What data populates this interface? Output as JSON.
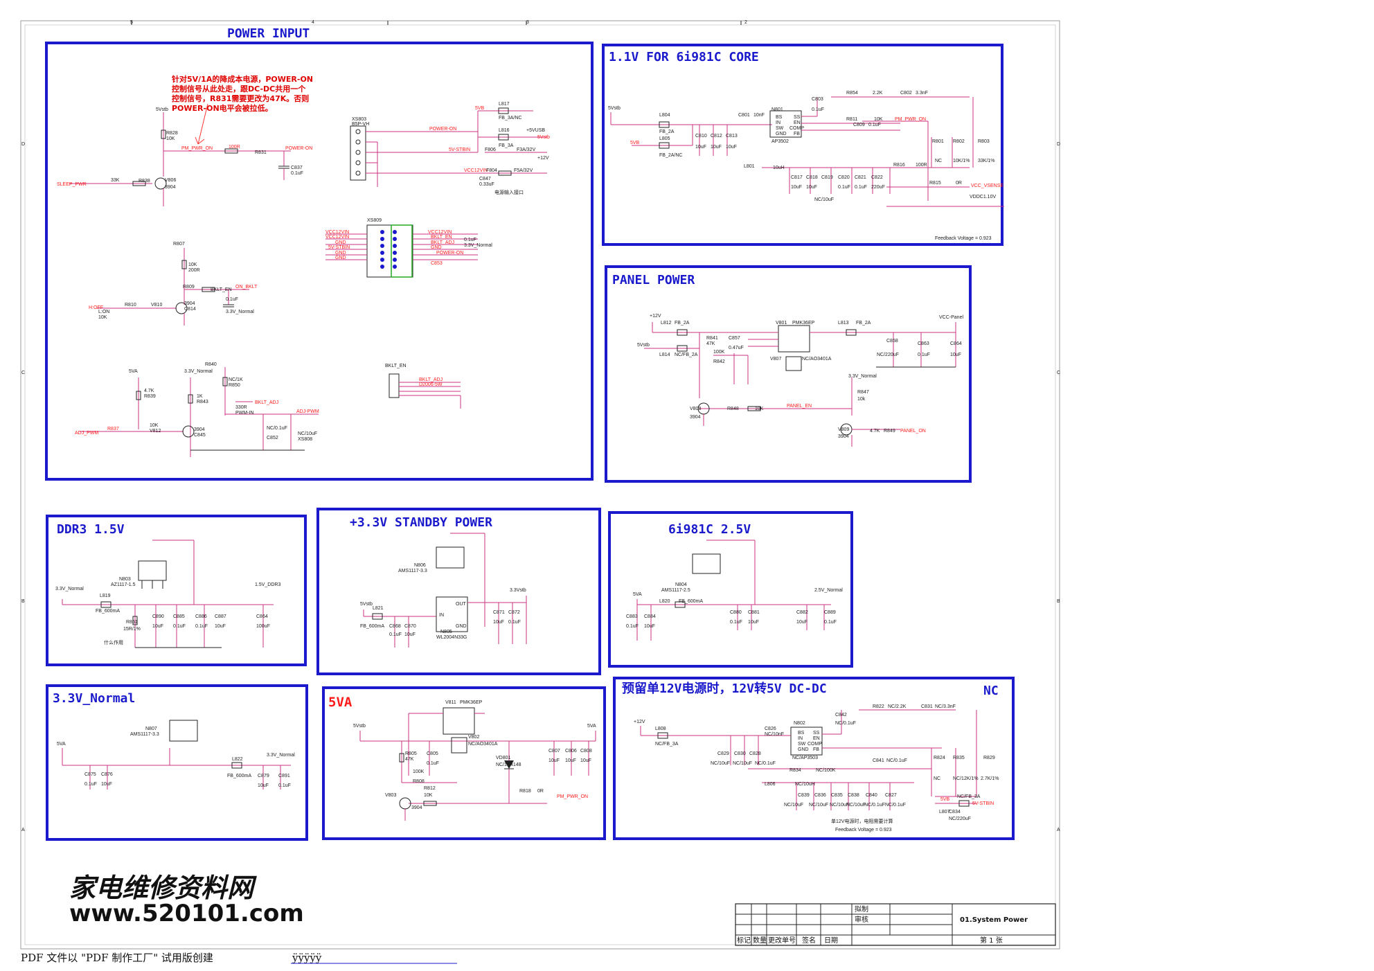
{
  "sheet": {
    "title": "01.System Power",
    "page_label": "第 1 张",
    "table_labels": [
      "拟制",
      "审核"
    ],
    "revision_columns": [
      "标记",
      "数量",
      "更改单号",
      "签名",
      "日期"
    ],
    "border_numbers": [
      "5",
      "4",
      "3",
      "2"
    ],
    "border_letters": [
      "D",
      "C",
      "B",
      "A"
    ]
  },
  "sections": {
    "power_input": "POWER INPUT",
    "core_1v1": "1.1V FOR 6i981C CORE",
    "panel_power": "PANEL POWER",
    "ddr3": "DDR3 1.5V",
    "standby_3v3": "+3.3V STANDBY POWER",
    "v2v5": "6i981C 2.5V",
    "normal_3v3": "3.3V_Normal",
    "v5va": "5VA",
    "dcdc": "预留单12V电源时，12V转5V DC-DC",
    "nc": "NC"
  },
  "notes": {
    "power_input_note": [
      "针对5V/1A的降成本电源，POWER-ON",
      "控制信号从此处走，跟DC-DC共用一个",
      "控制信号，R831需要更改为47K。否则",
      "POWER-ON电平会被拉低。"
    ],
    "connector_caption": "电源输入接口",
    "feedback_core": "Feedback Voltage = 0.923",
    "feedback_dcdc": "Feedback Voltage = 0.923",
    "dcdc_caption": "单12V电源时，电阻需要计算",
    "ddr_caption": "什么作用"
  },
  "labels": {
    "pi": [
      "5Vstb",
      "R828",
      "10K",
      "PM_PWR_ON",
      "100R",
      "R831",
      "POWER-ON",
      "C837",
      "0.1uF",
      "SLEEP_PWR",
      "33K",
      "R838",
      "V806",
      "3904",
      "XS803",
      "B5P-VH",
      "POWER-ON",
      "5V-STBIN",
      "VCC12VIN",
      "5VB",
      "L817",
      "FB_3A/NC",
      "+5VUSB",
      "5Vstb",
      "L816",
      "FB_3A",
      "F806",
      "F3A/32V",
      "+12V",
      "F804",
      "F5A/32V",
      "C847",
      "0.33uF",
      "XS809",
      "VCC12VIN",
      "VCC12VIN",
      "GND",
      "5V-STBIN",
      "GND",
      "GND",
      "VCC12VIN",
      "BKLT_EN",
      "BKLT_ADJ",
      "GND",
      "POWER-ON",
      "C853",
      "0.1uF",
      "3.3V_Normal",
      "R807",
      "10K",
      "200R",
      "R809",
      "BKLT_EN",
      "ON_BKLT",
      "H:OFF",
      "L:ON",
      "10K",
      "R810",
      "V810",
      "3904",
      "C814",
      "0.1uF",
      "3.3V_Normal",
      "5VA",
      "3.3V_Normal",
      "R840",
      "4.7K",
      "R839",
      "NC/1K",
      "R850",
      "1K",
      "R843",
      "330R",
      "PWM-IN",
      "BKLT_ADJ",
      "ADJ-PWM",
      "ADJ_PWM",
      "R837",
      "10K",
      "V812",
      "3904",
      "C845",
      "NC/0.1uF",
      "C852",
      "NC/10uF",
      "XS808",
      "BKLT_EN",
      "BKLT_ADJ",
      "D2006-5W"
    ],
    "core": [
      "5Vstb",
      "L804",
      "FB_2A",
      "5VB",
      "L805",
      "FB_2A/NC",
      "C810",
      "10uF",
      "C812",
      "10uF",
      "C813",
      "10uF",
      "C801",
      "10nF",
      "N801",
      "AP3502",
      "BS",
      "IN",
      "SW",
      "GND",
      "SS",
      "EN",
      "COMP",
      "FB",
      "C803",
      "0.1uF",
      "R854",
      "2.2K",
      "C802",
      "3.3nF",
      "R811",
      "10K",
      "PM_PWR_ON",
      "C809",
      "0.1uF",
      "R801",
      "NC",
      "R802",
      "10K/1%",
      "R803",
      "33K/1%",
      "L801",
      "10uH",
      "R816",
      "100R",
      "R815",
      "0R",
      "VCC_VSENSE",
      "VDDC1.10V",
      "C817",
      "10uF",
      "C818",
      "10uF",
      "C819",
      "NC/10uF",
      "C820",
      "0.1uF",
      "C821",
      "0.1uF",
      "C822",
      "220uF"
    ],
    "panel": [
      "+12V",
      "L812",
      "FB_2A",
      "5Vstb",
      "L814",
      "NC/FB_2A",
      "R841",
      "47K",
      "C857",
      "0.47uF",
      "100K",
      "R842",
      "V801",
      "PMK36EP",
      "V807",
      "NC/AO3401A",
      "L813",
      "FB_2A",
      "VCC-Panel",
      "C858",
      "NC/220uF",
      "C863",
      "0.1uF",
      "C864",
      "10uF",
      "3.3V_Normal",
      "R847",
      "10k",
      "V808",
      "3904",
      "R848",
      "10K",
      "PANEL_EN",
      "V809",
      "3904",
      "4.7K",
      "R849",
      "PANEL_ON"
    ],
    "ddr": [
      "N803",
      "AZ1117-1.5",
      "3.3V_Normal",
      "L819",
      "FB_600mA",
      "1.5V_DDR3",
      "R851",
      "15R/1%",
      "C890",
      "10uF",
      "C885",
      "0.1uF",
      "C886",
      "0.1uF",
      "C887",
      "10uF",
      "C864",
      "100uF"
    ],
    "stby": [
      "N806",
      "AMS1117-3.3",
      "5Vstb",
      "L821",
      "FB_600mA",
      "C868",
      "0.1uF",
      "C870",
      "10uF",
      "N805",
      "WL2004N33G",
      "OUT",
      "IN",
      "GND",
      "3.3Vstb",
      "C871",
      "10uF",
      "C872",
      "0.1uF"
    ],
    "v25": [
      "N804",
      "AMS1117-2.5",
      "5VA",
      "L820",
      "FB_600mA",
      "2.5V_Normal",
      "C883",
      "0.1uF",
      "C884",
      "10uF",
      "C880",
      "0.1uF",
      "C881",
      "10uF",
      "C882",
      "10uF",
      "C889",
      "0.1uF"
    ],
    "n33": [
      "N807",
      "AMS1117-3.3",
      "5VA",
      "C875",
      "0.1uF",
      "C876",
      "10uF",
      "L822",
      "FB_600mA",
      "3.3V_Normal",
      "C879",
      "10uF",
      "C891",
      "0.1uF"
    ],
    "v5": [
      "5Vstb",
      "V811",
      "PMK36EP",
      "V802",
      "NC/AO3401A",
      "5VA",
      "R805",
      "47K",
      "C805",
      "0.1uF",
      "100K",
      "R808",
      "VD801",
      "NC/1N4148",
      "C807",
      "10uF",
      "C806",
      "10uF",
      "C808",
      "10uF",
      "R812",
      "10K",
      "V803",
      "3904",
      "R818",
      "0R",
      "PM_PWR_ON"
    ],
    "dc": [
      "+12V",
      "L808",
      "NC/FB_3A",
      "C826",
      "NC/10nF",
      "N802",
      "NC/AP3503",
      "BS",
      "IN",
      "SW",
      "GND",
      "SS",
      "EN",
      "COMP",
      "FB",
      "C842",
      "NC/0.1uF",
      "R822",
      "NC/2.2K",
      "C831",
      "NC/3.3nF",
      "C829",
      "NC/10uF",
      "C830",
      "NC/10uF",
      "C828",
      "NC/0.1uF",
      "R834",
      "NC/100K",
      "C841",
      "NC/0.1uF",
      "R824",
      "NC",
      "R835",
      "NC/12K/1%",
      "R829",
      "2.7K/1%",
      "L806",
      "NC/10uH",
      "C839",
      "NC/10uF",
      "C836",
      "NC/10uF",
      "C835",
      "NC/10uF",
      "C838",
      "NC/10uF",
      "C840",
      "NC/0.1uF",
      "C827",
      "NC/0.1uF",
      "5VB",
      "NC/FB_3A",
      "5V-STBIN",
      "L807",
      "C834",
      "NC/220uF"
    ]
  },
  "watermark": {
    "line1": "家电维修资料网",
    "line2": "www.520101.com"
  },
  "footer": {
    "text": "PDF 文件以 \"PDF 制作工厂\" 试用版创建",
    "link": "ÿÿÿÿÿ"
  },
  "colors": {
    "frame_blue": "#1a1acc",
    "title_red": "#ff1a1a",
    "wire_pink": "#cc3380",
    "text_dark": "#1a1a1a"
  }
}
